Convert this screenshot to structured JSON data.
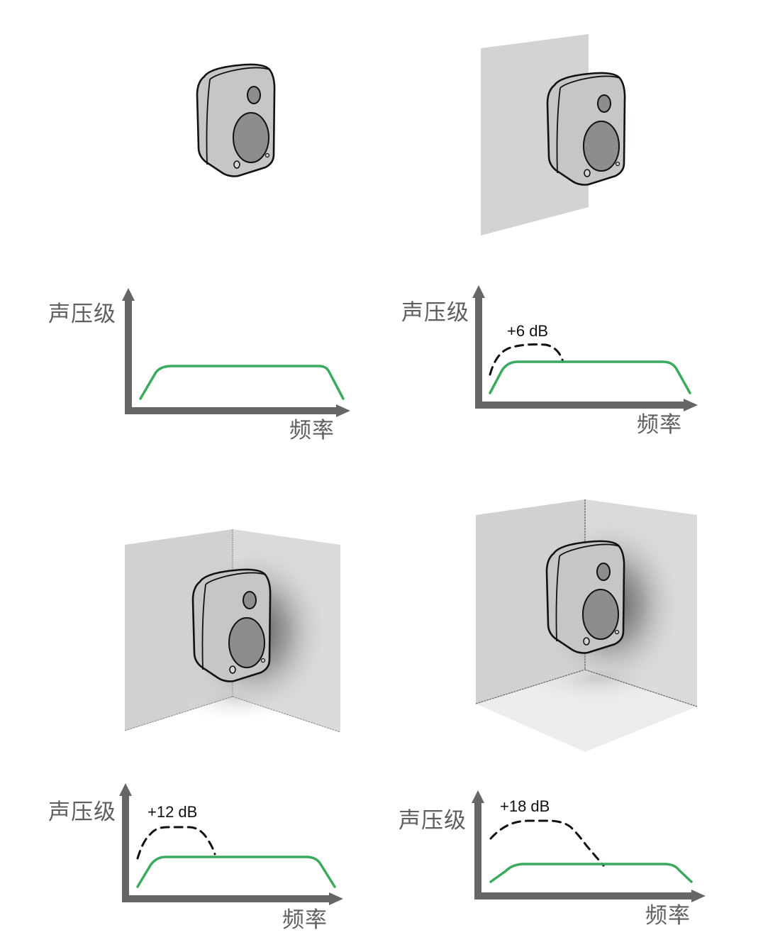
{
  "panels": [
    {
      "id": "free-space",
      "scene": "speaker-free-standing",
      "y_label": "声压级",
      "x_label": "频率",
      "boost_label": null
    },
    {
      "id": "wall",
      "scene": "speaker-against-wall",
      "y_label": "声压级",
      "x_label": "频率",
      "boost_label": "+6 dB"
    },
    {
      "id": "two-wall-corner",
      "scene": "speaker-in-two-wall-corner",
      "y_label": "声压级",
      "x_label": "频率",
      "boost_label": "+12 dB"
    },
    {
      "id": "three-surface-corner",
      "scene": "speaker-in-corner-with-floor",
      "y_label": "声压级",
      "x_label": "频率",
      "boost_label": "+18 dB"
    }
  ],
  "colors": {
    "axis": "#666666",
    "flat_response": "#3aaa5e",
    "boosted_response": "#111111",
    "speaker_body": "#c4c4c4",
    "speaker_driver": "#8e8e8e",
    "wall": "#d4d4d4"
  },
  "chart_data": [
    {
      "type": "line",
      "title": "",
      "xlabel": "频率",
      "ylabel": "声压级",
      "series": [
        {
          "name": "flat response",
          "style": "solid-green",
          "values": "flat passband with roll-off at both ends"
        }
      ],
      "annotation": null
    },
    {
      "type": "line",
      "title": "",
      "xlabel": "频率",
      "ylabel": "声压级",
      "series": [
        {
          "name": "flat response",
          "style": "solid-green"
        },
        {
          "name": "wall boundary boost",
          "style": "dashed-black",
          "boost_db": 6
        }
      ],
      "annotation": "+6 dB"
    },
    {
      "type": "line",
      "title": "",
      "xlabel": "频率",
      "ylabel": "声压级",
      "series": [
        {
          "name": "flat response",
          "style": "solid-green"
        },
        {
          "name": "corner boundary boost",
          "style": "dashed-black",
          "boost_db": 12
        }
      ],
      "annotation": "+12 dB"
    },
    {
      "type": "line",
      "title": "",
      "xlabel": "频率",
      "ylabel": "声压级",
      "series": [
        {
          "name": "flat response",
          "style": "solid-green"
        },
        {
          "name": "three-surface boundary boost",
          "style": "dashed-black",
          "boost_db": 18
        }
      ],
      "annotation": "+18 dB"
    }
  ]
}
